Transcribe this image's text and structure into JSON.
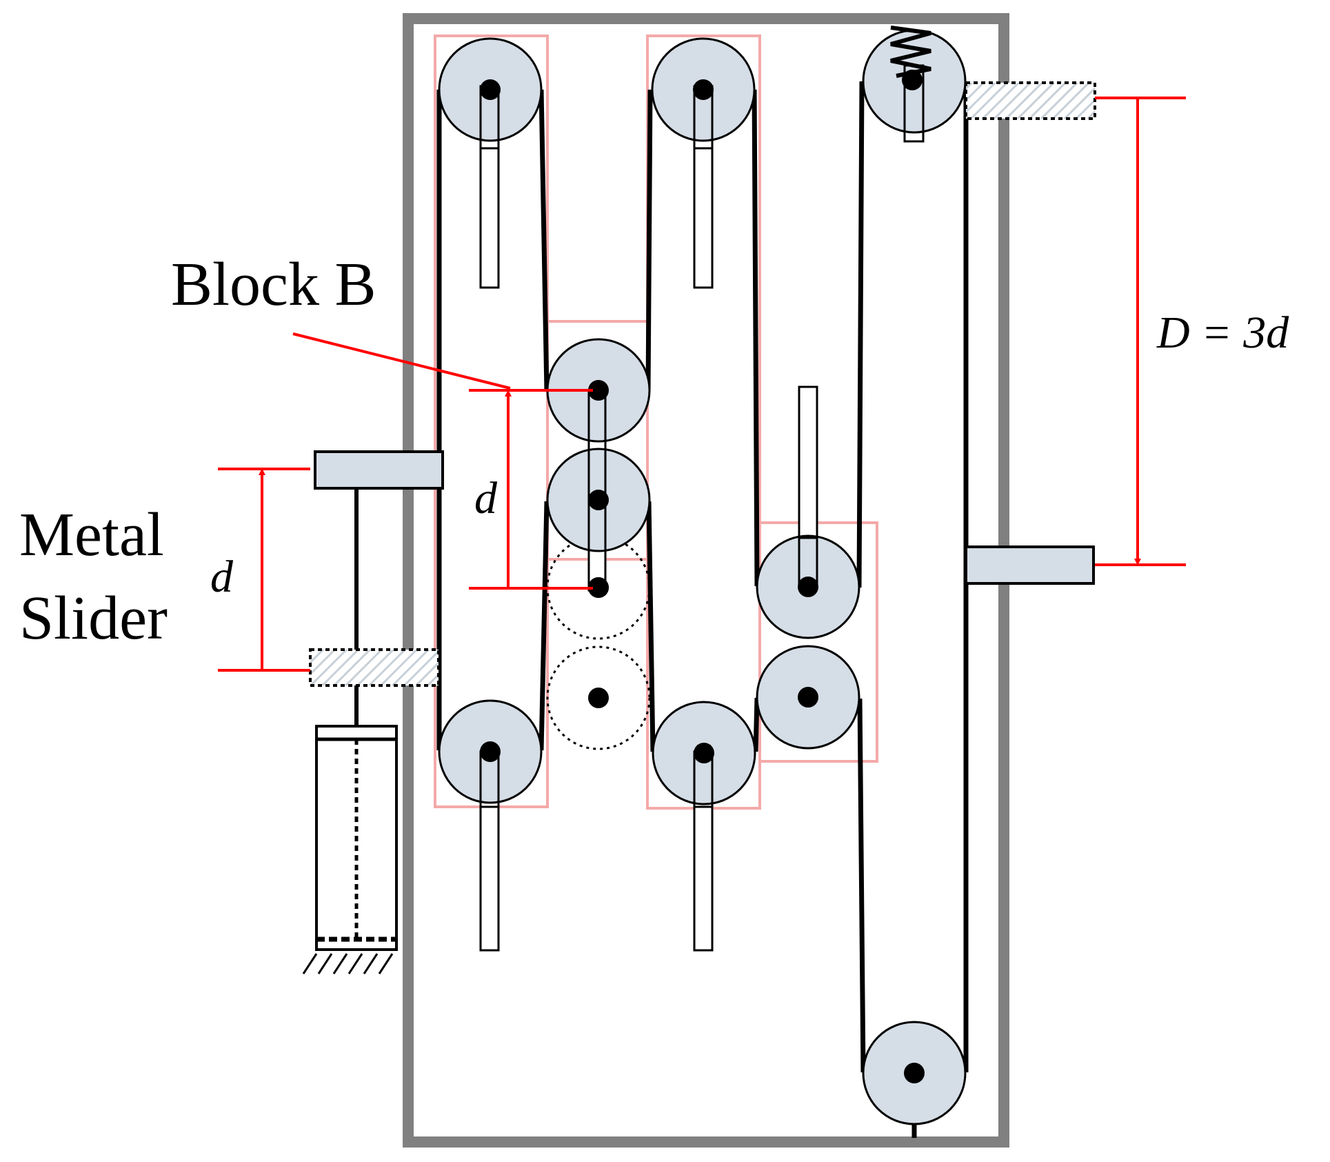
{
  "labels": {
    "block_b": "Block B",
    "metal_slider_line1": "Metal",
    "metal_slider_line2": "Slider",
    "slider_gap": "d",
    "block_gap": "d",
    "big_gap": "D = 3d"
  },
  "colors": {
    "frame": "#808080",
    "pulley_fill": "#d5dde6",
    "outline": "#000000",
    "dimension": "#ff0000",
    "highlight_box": "#f4a9a9",
    "hatch": "#c8d0d8"
  }
}
